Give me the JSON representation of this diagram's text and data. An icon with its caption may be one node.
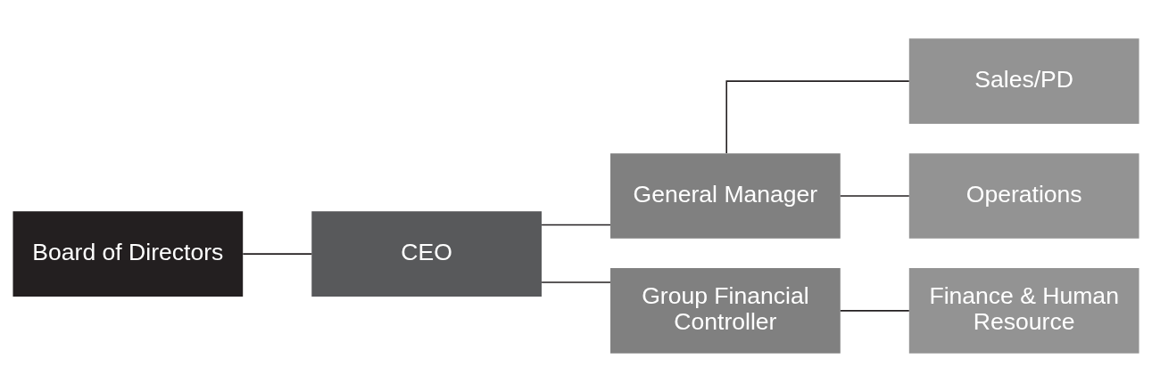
{
  "diagram": {
    "nodes": [
      {
        "text": [
          "Board of Directors"
        ]
      },
      {
        "text": [
          "CEO"
        ]
      },
      {
        "text": [
          "General Manager"
        ]
      },
      {
        "text": [
          "Group Financial Controller"
        ]
      },
      {
        "text": [
          "Sales/PD"
        ]
      },
      {
        "text": [
          "Operations"
        ]
      },
      {
        "text": [
          "Finance & Human Resource"
        ]
      }
    ],
    "edges": [
      {
        "from": 0,
        "to": 1,
        "arrow": "none"
      },
      {
        "from": 1,
        "to": 2,
        "arrow": "none"
      },
      {
        "from": 1,
        "to": 3,
        "arrow": "none"
      },
      {
        "from": 2,
        "to": 4,
        "arrow": "none"
      },
      {
        "from": 2,
        "to": 5,
        "arrow": "none"
      },
      {
        "from": 3,
        "to": 6,
        "arrow": "none"
      }
    ]
  }
}
